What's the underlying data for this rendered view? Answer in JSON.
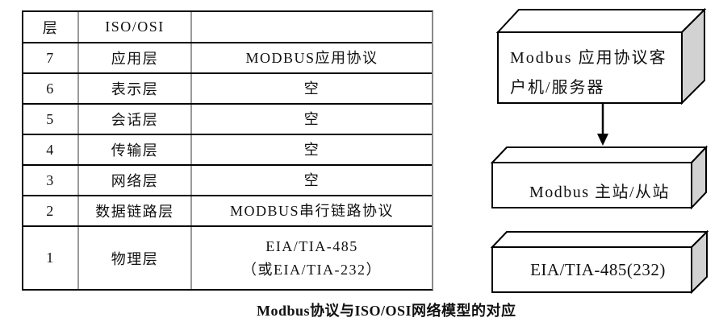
{
  "figure": {
    "caption": "Modbus协议与ISO/OSI网络模型的对应"
  },
  "table": {
    "header": {
      "layer_col": "层",
      "iso_col": "ISO/OSI",
      "protocol_col": ""
    },
    "rows": [
      {
        "num": "7",
        "layer": "应用层",
        "protocol": "MODBUS应用协议"
      },
      {
        "num": "6",
        "layer": "表示层",
        "protocol": "空"
      },
      {
        "num": "5",
        "layer": "会话层",
        "protocol": "空"
      },
      {
        "num": "4",
        "layer": "传输层",
        "protocol": "空"
      },
      {
        "num": "3",
        "layer": "网络层",
        "protocol": "空"
      },
      {
        "num": "2",
        "layer": "数据链路层",
        "protocol": "MODBUS串行链路协议"
      },
      {
        "num": "1",
        "layer": "物理层",
        "protocol": "EIA/TIA-485",
        "protocol_line2": "（或EIA/TIA-232）"
      }
    ]
  },
  "diagram": {
    "app_box": {
      "line1": "Modbus 应用协议客",
      "line2": "户机/服务器"
    },
    "station_box": {
      "label": "Modbus 主站/从站"
    },
    "physical_box": {
      "label": "EIA/TIA-485(232)"
    }
  },
  "colors": {
    "border_black": "#000000",
    "divider_gray": "#9a9a9a",
    "box_side_gray": "#d2d2d2",
    "box_face_white": "#ffffff",
    "text": "#111111"
  }
}
